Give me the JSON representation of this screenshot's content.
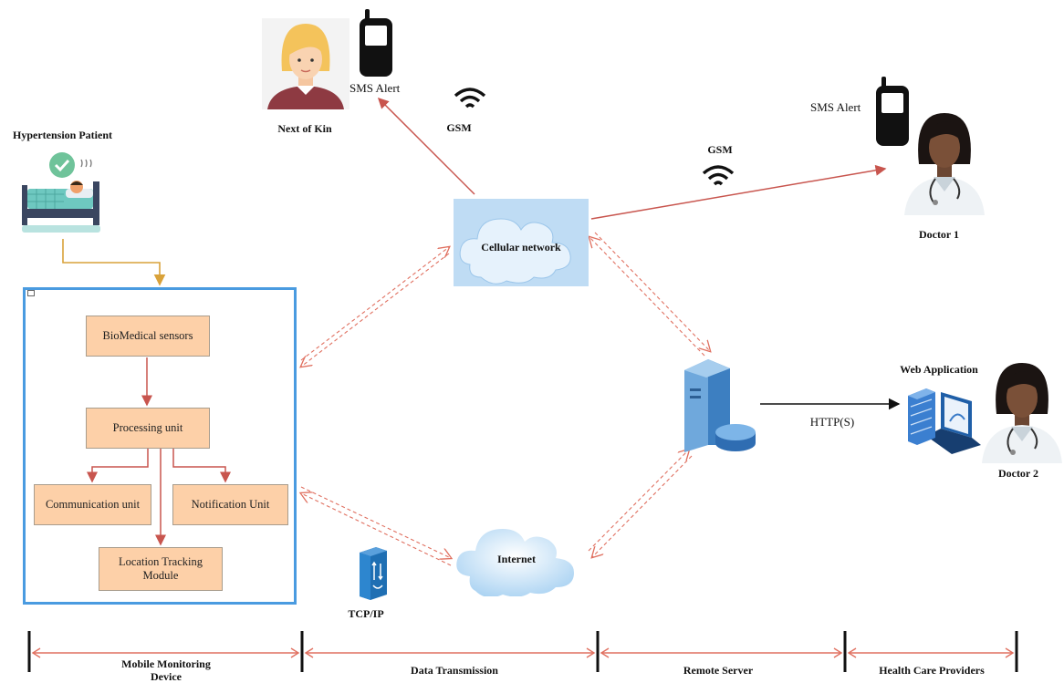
{
  "labels": {
    "patient": "Hypertension Patient",
    "next_of_kin": "Next of Kin",
    "sms_alert_1": "SMS Alert",
    "sms_alert_2": "SMS Alert",
    "gsm_1": "GSM",
    "gsm_2": "GSM",
    "cellular": "Cellular network",
    "internet": "Internet",
    "doctor1": "Doctor 1",
    "doctor2": "Doctor 2",
    "web_app": "Web Application",
    "http": "HTTP(S)",
    "tcpip": "TCP/IP"
  },
  "device_blocks": {
    "biomedical": "BioMedical sensors",
    "processing": "Processing unit",
    "communication": "Communication unit",
    "notification": "Notification Unit",
    "location_line1": "Location Tracking",
    "location_line2": "Module"
  },
  "stages": {
    "mobile_line1": "Mobile Monitoring",
    "mobile_line2": "Device",
    "data_transmission": "Data Transmission",
    "remote_server": "Remote Server",
    "health_care": "Health Care Providers"
  },
  "colors": {
    "device_border": "#4a9be0",
    "block_fill": "#fdd0a8",
    "arrow_red": "#c8554e",
    "arrow_yellow": "#d9a23a",
    "dashed": "#e07060",
    "cloud": "#cfe6f8",
    "cloud_panel": "#bfdcf4"
  }
}
